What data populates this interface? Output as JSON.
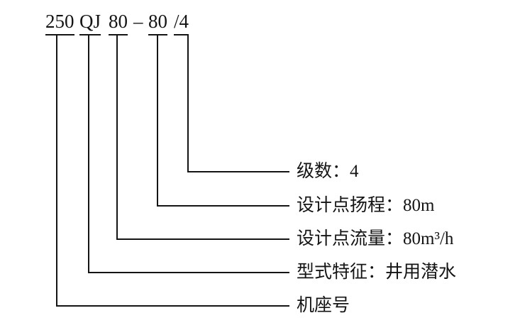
{
  "model_code": {
    "frame_size": "250",
    "type_code": "QJ",
    "flow_value": "80",
    "separator": "–",
    "head_value": "80",
    "stage_group": "/4"
  },
  "callouts": {
    "stages": "级数：4",
    "head": "设计点扬程：80m",
    "flow": "设计点流量：80m³/h",
    "type": "型式特征：井用潜水",
    "frame": "机座号"
  }
}
